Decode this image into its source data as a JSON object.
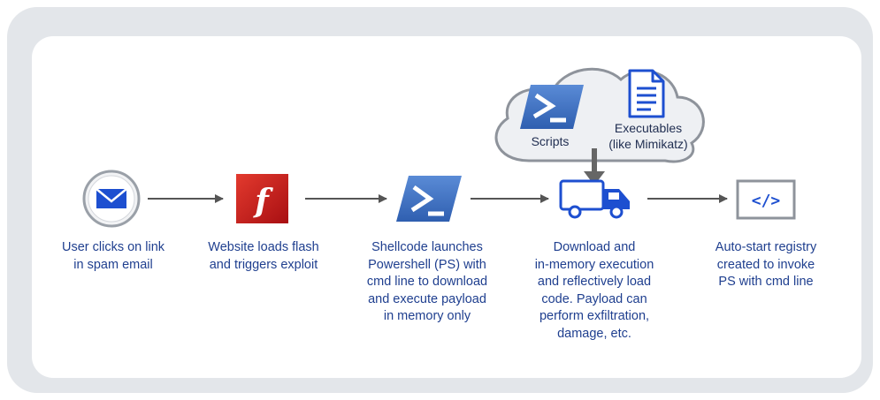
{
  "steps": [
    {
      "icon": "email-icon",
      "label": "User clicks on link\nin spam email"
    },
    {
      "icon": "flash-icon",
      "label": "Website loads flash\nand triggers exploit"
    },
    {
      "icon": "powershell-icon",
      "label": "Shellcode launches\nPowershell (PS) with\ncmd line to download\nand execute payload\nin memory only"
    },
    {
      "icon": "delivery-truck-icon",
      "label": "Download and\nin-memory execution\nand reflectively load\ncode. Payload can\nperform exfiltration,\ndamage, etc."
    },
    {
      "icon": "code-icon",
      "label": "Auto-start registry\ncreated to invoke\nPS with cmd line"
    }
  ],
  "cloud": {
    "scripts_label": "Scripts",
    "executables_label": "Executables\n(like Mimikatz)"
  },
  "colors": {
    "label_text": "#1f3f8f",
    "arrow": "#555555",
    "powershell_blue": "#3f74c4",
    "flash_red": "#c81b1b",
    "icon_blue": "#1d4fd0",
    "cloud_fill": "#eef0f3",
    "cloud_stroke": "#8e939b"
  }
}
